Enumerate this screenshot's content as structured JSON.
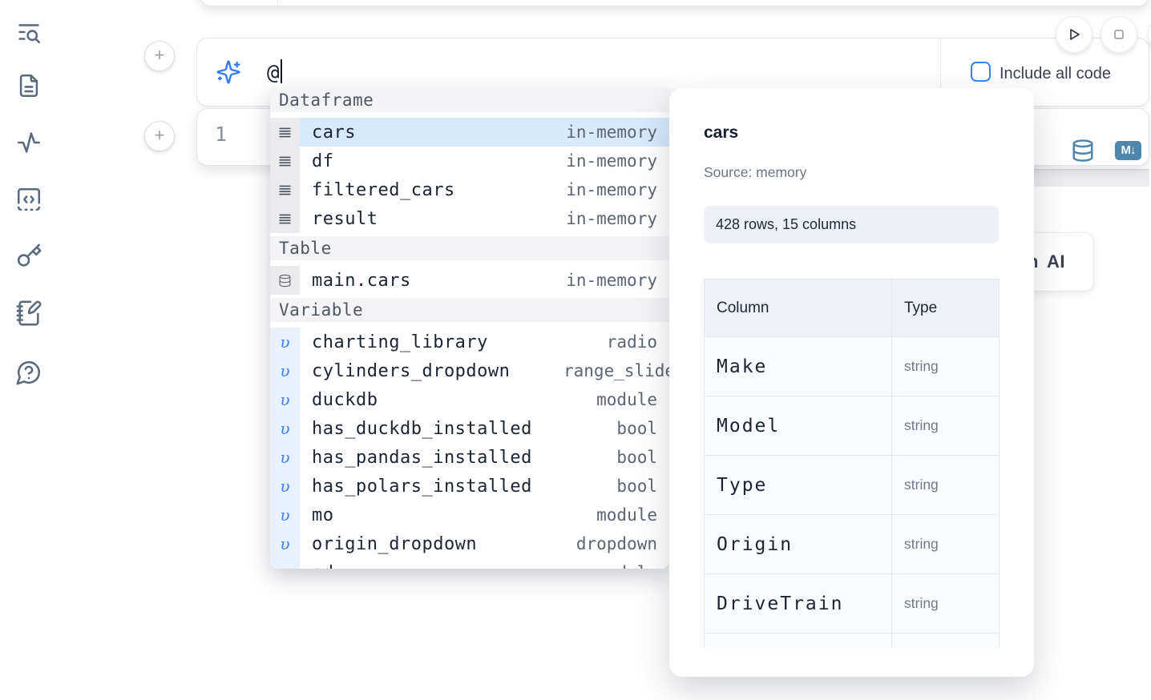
{
  "sidebar": {
    "icons": [
      "list-search-icon",
      "file-text-icon",
      "activity-icon",
      "code-square-icon",
      "key-icon",
      "notebook-pen-icon",
      "help-chat-icon"
    ]
  },
  "add_cell_label": "+",
  "ai_prompt": {
    "value": "@",
    "include_all_code": {
      "label": "Include all code",
      "checked": false
    }
  },
  "run_controls": {
    "buttons": [
      "run-all",
      "stop"
    ]
  },
  "editor_cell": {
    "line_number": "1",
    "markdown_badge": "M↓"
  },
  "generate_button": {
    "fragment": "h",
    "label": "AI"
  },
  "autocomplete": {
    "variable_glyph": "υ",
    "sections": [
      {
        "label": "Dataframe",
        "items": [
          {
            "name": "cars",
            "type": "in-memory",
            "selected": true
          },
          {
            "name": "df",
            "type": "in-memory"
          },
          {
            "name": "filtered_cars",
            "type": "in-memory"
          },
          {
            "name": "result",
            "type": "in-memory"
          }
        ]
      },
      {
        "label": "Table",
        "items": [
          {
            "name": "main.cars",
            "type": "in-memory"
          }
        ]
      },
      {
        "label": "Variable",
        "items": [
          {
            "name": "charting_library",
            "type": "radio"
          },
          {
            "name": "cylinders_dropdown",
            "type": "range_slider"
          },
          {
            "name": "duckdb",
            "type": "module"
          },
          {
            "name": "has_duckdb_installed",
            "type": "bool"
          },
          {
            "name": "has_pandas_installed",
            "type": "bool"
          },
          {
            "name": "has_polars_installed",
            "type": "bool"
          },
          {
            "name": "mo",
            "type": "module"
          },
          {
            "name": "origin_dropdown",
            "type": "dropdown"
          },
          {
            "name": "pd",
            "type": "module"
          }
        ]
      }
    ]
  },
  "preview_panel": {
    "title": "cars",
    "source": "Source: memory",
    "shape": "428 rows, 15 columns",
    "table": {
      "headers": [
        "Column",
        "Type"
      ],
      "rows": [
        {
          "column": "Make",
          "type": "string"
        },
        {
          "column": "Model",
          "type": "string"
        },
        {
          "column": "Type",
          "type": "string"
        },
        {
          "column": "Origin",
          "type": "string"
        },
        {
          "column": "DriveTrain",
          "type": "string"
        }
      ]
    }
  },
  "colors": {
    "accent": "#3b82f6",
    "steel_blue": "#4e86ad",
    "selection": "#d7eafc"
  }
}
